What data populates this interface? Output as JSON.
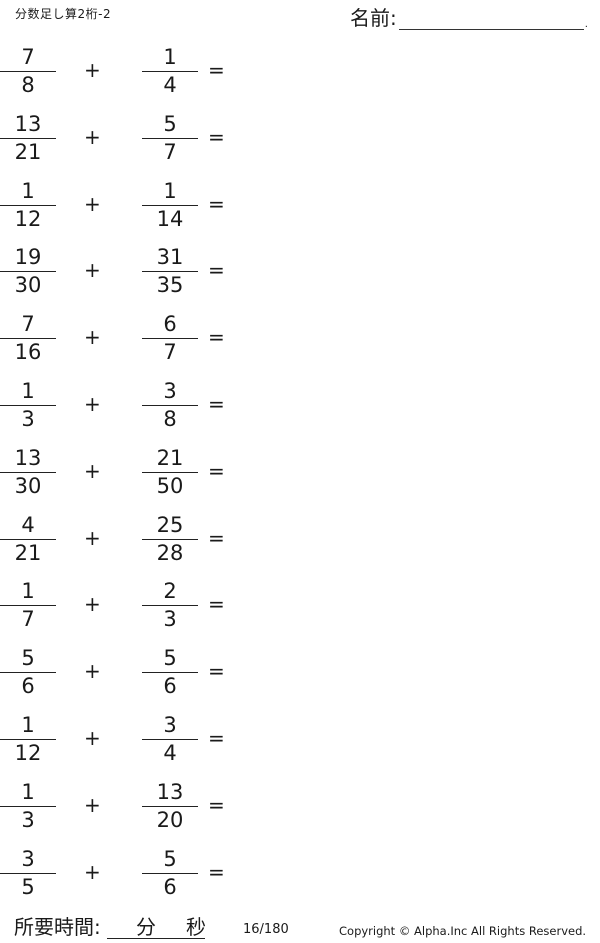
{
  "header": {
    "title": "分数足し算2桁-2",
    "name_label": "名前:",
    "name_end": "."
  },
  "symbols": {
    "plus": "+",
    "equals": "="
  },
  "problems": [
    {
      "a_num": "7",
      "a_den": "8",
      "b_num": "1",
      "b_den": "4"
    },
    {
      "a_num": "13",
      "a_den": "21",
      "b_num": "5",
      "b_den": "7"
    },
    {
      "a_num": "1",
      "a_den": "12",
      "b_num": "1",
      "b_den": "14"
    },
    {
      "a_num": "19",
      "a_den": "30",
      "b_num": "31",
      "b_den": "35"
    },
    {
      "a_num": "7",
      "a_den": "16",
      "b_num": "6",
      "b_den": "7"
    },
    {
      "a_num": "1",
      "a_den": "3",
      "b_num": "3",
      "b_den": "8"
    },
    {
      "a_num": "13",
      "a_den": "30",
      "b_num": "21",
      "b_den": "50"
    },
    {
      "a_num": "4",
      "a_den": "21",
      "b_num": "25",
      "b_den": "28"
    },
    {
      "a_num": "1",
      "a_den": "7",
      "b_num": "2",
      "b_den": "3"
    },
    {
      "a_num": "5",
      "a_den": "6",
      "b_num": "5",
      "b_den": "6"
    },
    {
      "a_num": "1",
      "a_den": "12",
      "b_num": "3",
      "b_den": "4"
    },
    {
      "a_num": "1",
      "a_den": "3",
      "b_num": "13",
      "b_den": "20"
    },
    {
      "a_num": "3",
      "a_den": "5",
      "b_num": "5",
      "b_den": "6"
    }
  ],
  "footer": {
    "time_label": "所要時間:",
    "minutes_unit": "分",
    "seconds_unit": "秒",
    "page": "16/180",
    "copyright": "Copyright ©  Alpha.Inc All Rights Reserved."
  }
}
